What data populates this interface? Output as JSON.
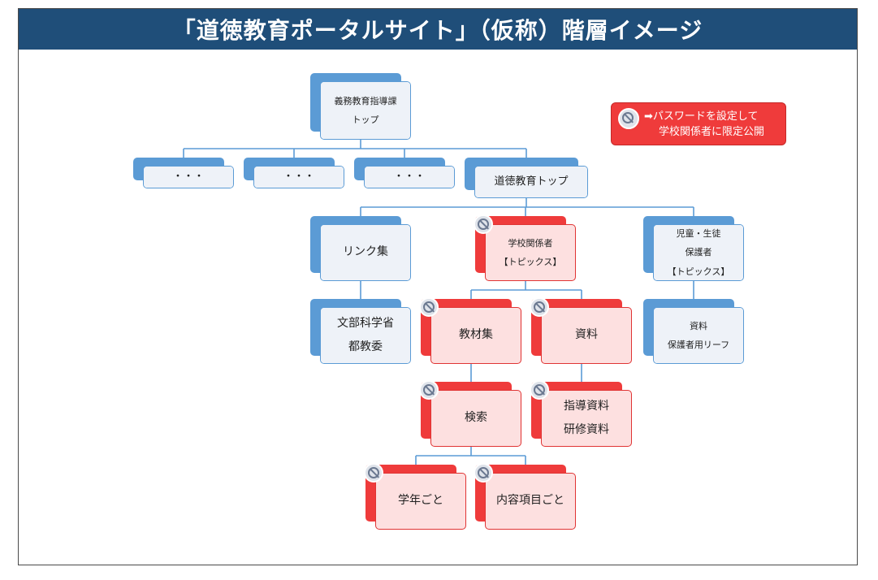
{
  "title": "「道徳教育ポータルサイト」（仮称）階層イメージ",
  "legend": {
    "icon": "prohibited-lock-icon",
    "lines": [
      "➡パスワードを設定して",
      "学校関係者に限定公開"
    ]
  },
  "colors": {
    "title_bar": "#1f4e79",
    "public_node": "#5b9bd5",
    "restricted_node": "#ef3b3b",
    "restricted_fill": "#fde0e0"
  },
  "nodes": [
    {
      "id": "top",
      "restricted": false,
      "lines": [
        "義務教育指導課",
        "トップ"
      ]
    },
    {
      "id": "dots-1",
      "restricted": false,
      "lines": [
        "・・・"
      ]
    },
    {
      "id": "dots-2",
      "restricted": false,
      "lines": [
        "・・・"
      ]
    },
    {
      "id": "dots-3",
      "restricted": false,
      "lines": [
        "・・・"
      ]
    },
    {
      "id": "moral-top",
      "restricted": false,
      "lines": [
        "道徳教育トップ"
      ]
    },
    {
      "id": "links",
      "restricted": false,
      "lines": [
        "リンク集"
      ]
    },
    {
      "id": "school-topics",
      "restricted": true,
      "lines": [
        "学校関係者",
        "【トピックス】"
      ]
    },
    {
      "id": "student-topics",
      "restricted": false,
      "lines": [
        "児童・生徒",
        "保護者",
        "【トピックス】"
      ]
    },
    {
      "id": "mext",
      "restricted": false,
      "lines": [
        "文部科学省",
        "都教委"
      ]
    },
    {
      "id": "materials",
      "restricted": true,
      "lines": [
        "教材集"
      ]
    },
    {
      "id": "documents",
      "restricted": true,
      "lines": [
        "資料"
      ]
    },
    {
      "id": "parent-leaflet",
      "restricted": false,
      "lines": [
        "資料",
        "保護者用リーフ"
      ]
    },
    {
      "id": "search",
      "restricted": true,
      "lines": [
        "検索"
      ]
    },
    {
      "id": "training",
      "restricted": true,
      "lines": [
        "指導資料",
        "研修資料"
      ]
    },
    {
      "id": "by-grade",
      "restricted": true,
      "lines": [
        "学年ごと"
      ]
    },
    {
      "id": "by-content",
      "restricted": true,
      "lines": [
        "内容項目ごと"
      ]
    }
  ],
  "edges": [
    [
      "top",
      "dots-1"
    ],
    [
      "top",
      "dots-2"
    ],
    [
      "top",
      "dots-3"
    ],
    [
      "top",
      "moral-top"
    ],
    [
      "moral-top",
      "links"
    ],
    [
      "moral-top",
      "school-topics"
    ],
    [
      "moral-top",
      "student-topics"
    ],
    [
      "links",
      "mext"
    ],
    [
      "school-topics",
      "materials"
    ],
    [
      "school-topics",
      "documents"
    ],
    [
      "student-topics",
      "parent-leaflet"
    ],
    [
      "materials",
      "search"
    ],
    [
      "documents",
      "training"
    ],
    [
      "search",
      "by-grade"
    ],
    [
      "search",
      "by-content"
    ]
  ]
}
